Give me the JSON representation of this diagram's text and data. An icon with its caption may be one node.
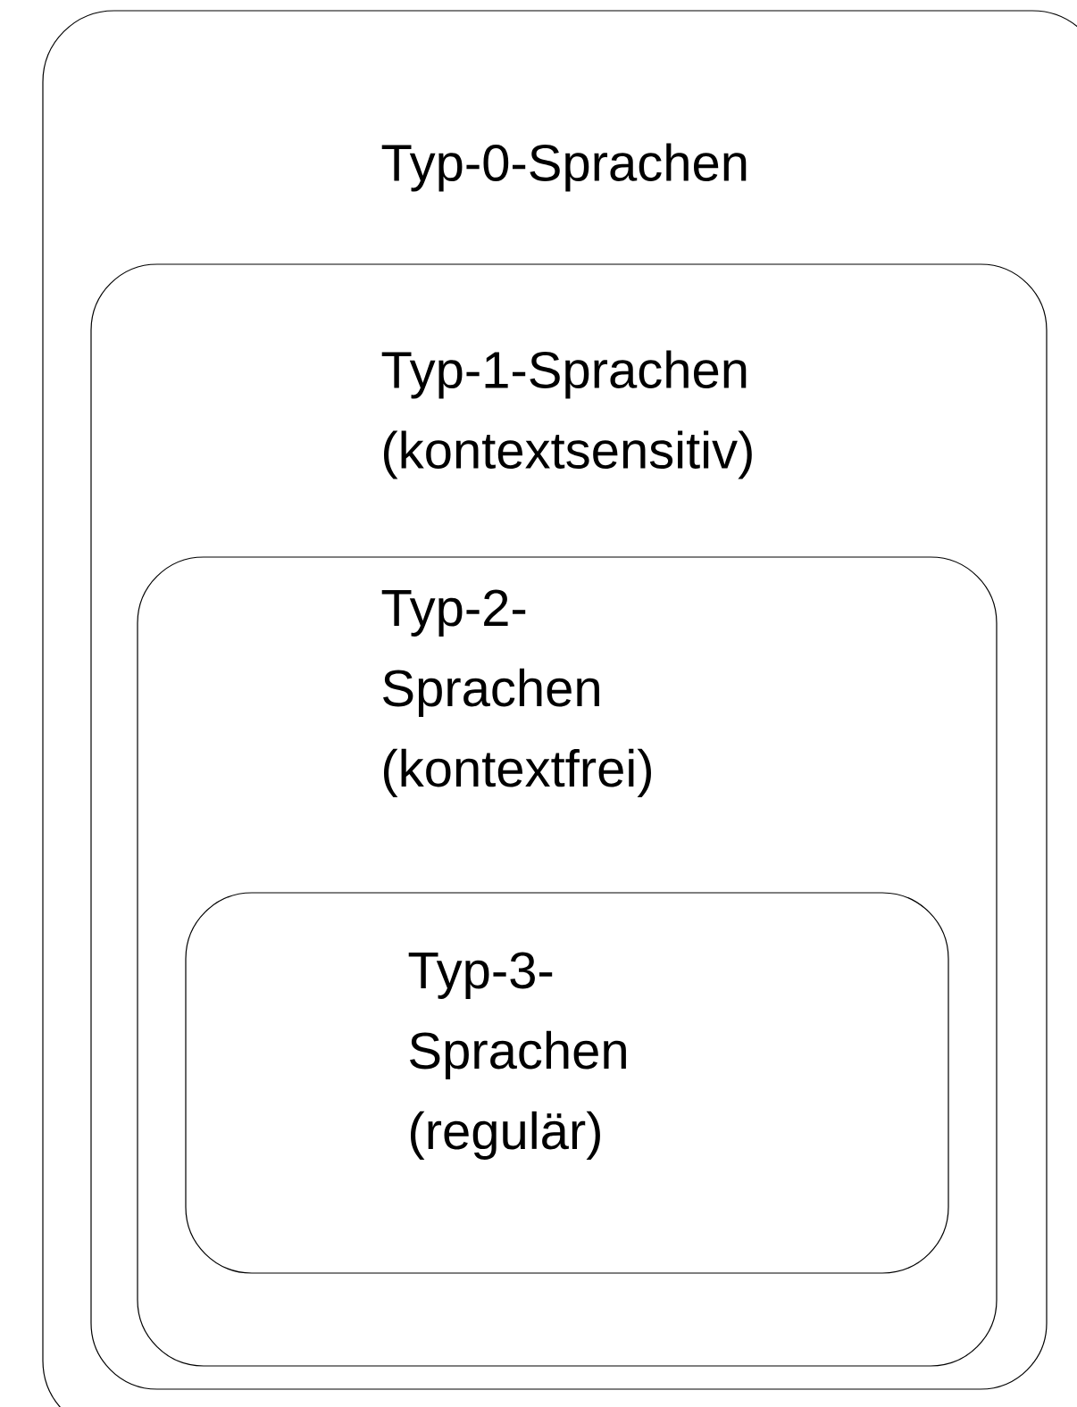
{
  "diagram": {
    "nodes": [
      {
        "text": [
          "Typ-0-Sprachen"
        ]
      },
      {
        "text": [
          "Typ-1-Sprachen (kontextsensitiv)"
        ],
        "in": 0
      },
      {
        "text": [
          "Typ-2-Sprachen (kontextfrei)"
        ],
        "in": 1
      },
      {
        "text": [
          "Typ-3-Sprachen (regulär)"
        ],
        "in": 2
      }
    ]
  }
}
